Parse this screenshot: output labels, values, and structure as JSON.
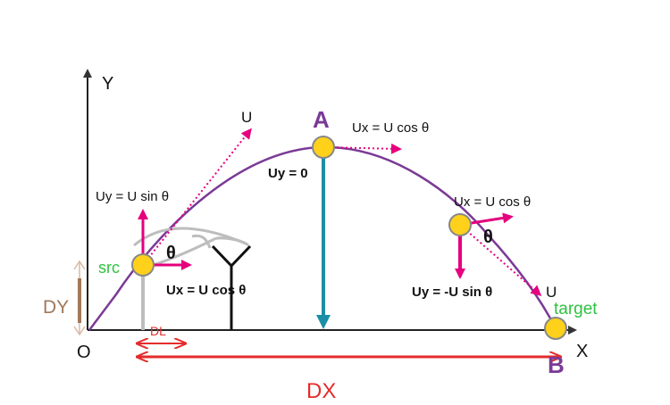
{
  "axes": {
    "x_label": "X",
    "y_label": "Y",
    "origin_label": "O"
  },
  "points": {
    "apex": "A",
    "landing": "B"
  },
  "labels": {
    "launch_velocity": "U",
    "uy_start": "Uy = U sin θ",
    "ux_start": "Ux = U cos θ",
    "theta_start": "θ",
    "ux_apex": "Ux = U cos θ",
    "uy_apex": "Uy = 0",
    "ux_descent": "Ux = U cos θ",
    "uy_descent": "Uy = -U sin θ",
    "theta_descent": "θ",
    "final_velocity": "U",
    "src": "src",
    "target": "target",
    "dy": "DY",
    "dl": "DL",
    "dx": "DX"
  },
  "colors": {
    "trajectory": "#7b3a96",
    "vector": "#e6007e",
    "apex_drop": "#1a8fa6",
    "distance": "#e52b2b",
    "dy": "#a0785a",
    "src": "#2fc23f",
    "target": "#2fc23f",
    "ball": "#ffd11a",
    "axis": "#222222"
  }
}
